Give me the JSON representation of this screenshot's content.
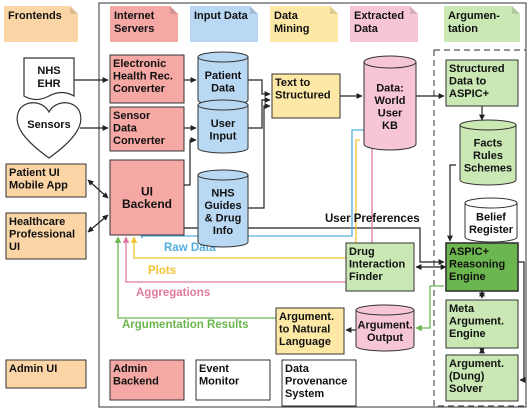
{
  "colors": {
    "frontend": "#fcd5a6",
    "server": "#f5a8a4",
    "input": "#b9d8f3",
    "mining": "#fde9a5",
    "extracted": "#f7c6d6",
    "argument": "#c9e8b4",
    "engine": "#6bb64f",
    "db": "#b9d8f3",
    "raw_data": "#53aee0",
    "plots": "#f2c233",
    "aggregations": "#e07aa0",
    "arg_results": "#6bb64f"
  },
  "columns": {
    "frontends": [
      "Frontends"
    ],
    "servers": [
      "Internet",
      "Servers"
    ],
    "input": [
      "Input Data"
    ],
    "mining": [
      "Data",
      "Mining"
    ],
    "extracted": [
      "Extracted",
      "Data"
    ],
    "argumentation": [
      "Argumen-",
      "tation"
    ]
  },
  "nodes": {
    "nhs_ehr": [
      "NHS",
      "EHR"
    ],
    "sensors": [
      "Sensors"
    ],
    "patient_ui": [
      "Patient UI",
      "Mobile App"
    ],
    "healthcare_ui": [
      "Healthcare",
      "Professional",
      "UI"
    ],
    "admin_ui": [
      "Admin UI"
    ],
    "ehr_converter": [
      "Electronic",
      "Health Rec.",
      "Converter"
    ],
    "sensor_converter": [
      "Sensor",
      "Data",
      "Converter"
    ],
    "ui_backend": [
      "UI",
      "Backend"
    ],
    "admin_backend": [
      "Admin",
      "Backend"
    ],
    "patient_data": [
      "Patient",
      "Data"
    ],
    "user_input": [
      "User",
      "Input"
    ],
    "nhs_guides": [
      "NHS",
      "Guides",
      "& Drug",
      "Info"
    ],
    "text_to_structured": [
      "Text to",
      "Structured"
    ],
    "world_kb": [
      "Data:",
      "World",
      "User",
      "KB"
    ],
    "structured_aspic": [
      "Structured",
      "Data to",
      "ASPIC+"
    ],
    "facts_rules": [
      "Facts",
      "Rules",
      "Schemes"
    ],
    "belief_register": [
      "Belief",
      "Register"
    ],
    "drug_interaction": [
      "Drug",
      "Interaction",
      "Finder"
    ],
    "reasoning_engine": [
      "ASPIC+",
      "Reasoning",
      "Engine"
    ],
    "meta_engine": [
      "Meta",
      "Argument.",
      "Engine"
    ],
    "dung_solver": [
      "Argument.",
      "(Dung)",
      "Solver"
    ],
    "arg_to_nl": [
      "Argument.",
      "to Natural",
      "Language"
    ],
    "arg_output": [
      "Argument.",
      "Output"
    ],
    "event_monitor": [
      "Event",
      "Monitor"
    ],
    "data_provenance": [
      "Data",
      "Provenance",
      "System"
    ]
  },
  "flow_labels": {
    "user_preferences": "User Preferences",
    "raw_data": "Raw Data",
    "plots": "Plots",
    "aggregations": "Aggregations",
    "arg_results": "Argumentation Results"
  }
}
